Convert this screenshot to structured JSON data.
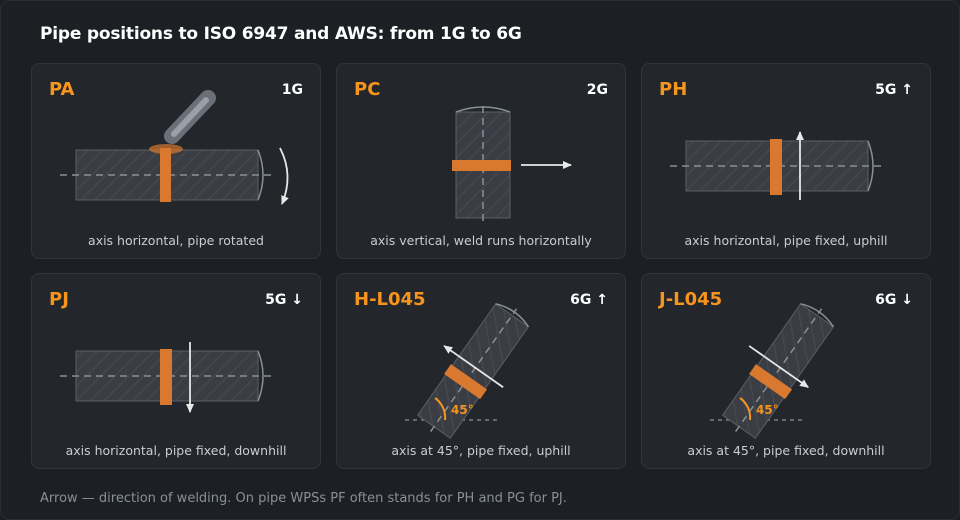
{
  "title": "Pipe positions to ISO 6947 and AWS: from 1G to 6G",
  "cards": [
    {
      "code": "PA",
      "position": "1G",
      "caption": "axis horizontal, pipe rotated"
    },
    {
      "code": "PC",
      "position": "2G",
      "caption": "axis vertical, weld runs horizontally"
    },
    {
      "code": "PH",
      "position": "5G ↑",
      "caption": "axis horizontal, pipe fixed, uphill"
    },
    {
      "code": "PJ",
      "position": "5G ↓",
      "caption": "axis horizontal, pipe fixed, downhill"
    },
    {
      "code": "H-L045",
      "position": "6G ↑",
      "caption": "axis at 45°, pipe fixed, uphill",
      "angle_label": "45°"
    },
    {
      "code": "J-L045",
      "position": "6G ↓",
      "caption": "axis at 45°, pipe fixed, downhill",
      "angle_label": "45°"
    }
  ],
  "footer": "Arrow — direction of welding. On pipe WPSs PF often stands for PH and PG for PJ.",
  "colors": {
    "accent": "#f7941d",
    "weld": "#d9782f",
    "pipe_fill": "#3a3e44",
    "background": "#1c1f23",
    "card": "#23272c"
  }
}
